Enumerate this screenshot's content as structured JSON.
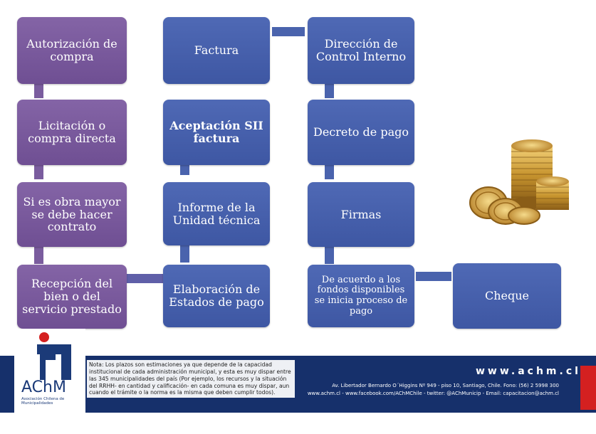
{
  "column1": {
    "step1": "Autorización de compra",
    "step2": "Licitación o compra directa",
    "step3": "Si es obra mayor se debe hacer contrato",
    "step4": "Recepción del bien o del servicio prestado"
  },
  "column2": {
    "step1": "Factura",
    "step2": "Aceptación SII factura",
    "step3": "Informe de la Unidad técnica",
    "step4": "Elaboración de Estados de pago"
  },
  "column3": {
    "step1": "Dirección de Control Interno",
    "step2": "Decreto de pago",
    "step3": "Firmas",
    "step4": "De acuerdo a los fondos disponibles se inicia proceso de pago"
  },
  "final_step": "Cheque",
  "footer": {
    "note": "Nota: Los plazos son estimaciones ya que depende de la capacidad institucional de cada administración municipal, y esta es muy dispar entre las 345 municipalidades del país (Por ejemplo, los recursos y la situación del RRHH- en cantidad y calificación- en cada comuna es muy dispar, aun cuando el trámite o la norma es la misma que deben cumplir todos).",
    "website": "www.achm.cl",
    "address": "Av. Libertador Bernardo O´Higgins Nº 949 - piso 10, Santiago, Chile. Fono: (56) 2 5998 300",
    "social": "www.achm.cl - www.facebook.com/AChMChile - twitter: @AChMunicip - Email: capacitacion@achm.cl",
    "logo_text": "AChM",
    "logo_subtitle": "Asociación Chilena de Municipalidades"
  },
  "colors": {
    "purple_box": "#7a5c9e",
    "blue_box": "#4a63ad",
    "footer_bg": "#16306b",
    "logo_blue": "#1b3a78",
    "logo_red": "#d42020"
  },
  "icons": [
    "coins-image",
    "achm-logo"
  ]
}
